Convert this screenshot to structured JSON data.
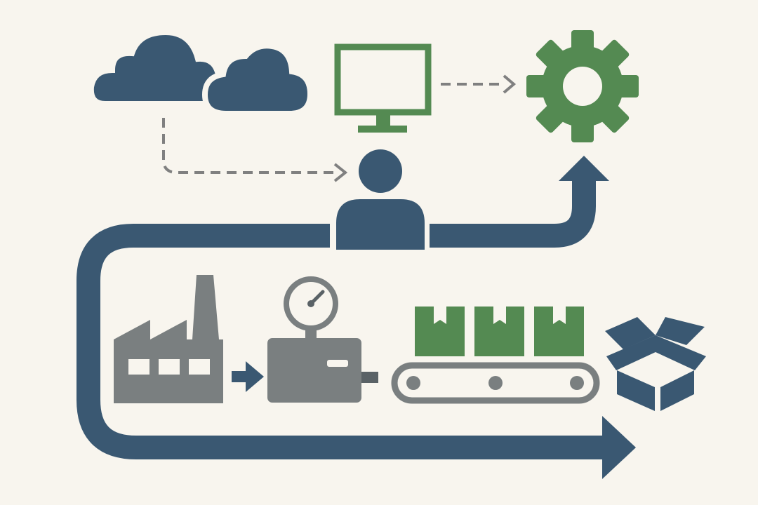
{
  "colors": {
    "background": "#f8f5ee",
    "navy": "#3a5872",
    "green": "#548a52",
    "gray": "#7a7f80",
    "dark_gray": "#5a6266",
    "dash": "#808080"
  },
  "icons": [
    "cloud-icon",
    "monitor-icon",
    "gear-icon",
    "person-icon",
    "factory-icon",
    "pressure-gauge-icon",
    "machine-icon",
    "package-icon",
    "conveyor-belt-icon",
    "open-box-icon"
  ],
  "connectors": [
    "dashed-arrow",
    "dashed-arrow",
    "process-arrow",
    "process-arrow",
    "process-arrow"
  ]
}
